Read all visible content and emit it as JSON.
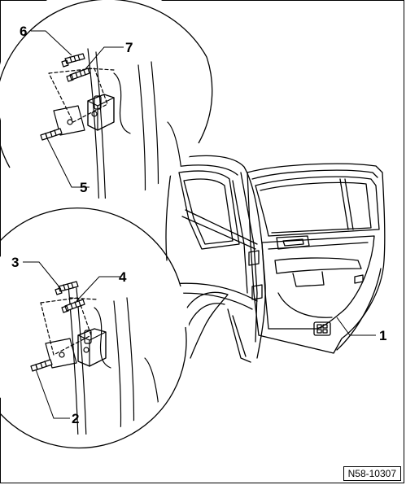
{
  "callouts": {
    "c1": "1",
    "c2": "2",
    "c3": "3",
    "c4": "4",
    "c5": "5",
    "c6": "6",
    "c7": "7"
  },
  "reference_code": "N58-10307"
}
